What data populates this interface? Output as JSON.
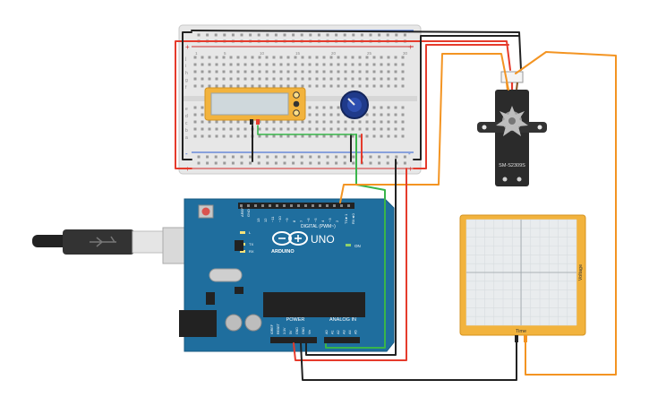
{
  "canvas": {
    "background": "#ffffff"
  },
  "breadboard": {
    "rail_plus": "+",
    "rail_minus": "-",
    "row_letters_top": [
      "j",
      "i",
      "h",
      "g",
      "f"
    ],
    "row_letters_bottom": [
      "e",
      "d",
      "c",
      "b",
      "a"
    ],
    "column_numbers": [
      "1",
      "5",
      "10",
      "15",
      "20",
      "25",
      "30"
    ],
    "body_color": "#e7e7e7",
    "rail_red": "#d02c2c",
    "rail_blue": "#2a5bd0"
  },
  "multimeter": {
    "body_color": "#f2b33d",
    "screen_color": "#cfd8dc"
  },
  "potentiometer": {
    "knob_color": "#1f3a8a"
  },
  "servo": {
    "model_label": "SM-S2309S",
    "body_color": "#2b2b2b",
    "connector_color": "#f4f4f4"
  },
  "oscilloscope": {
    "x_axis_label": "Time",
    "y_axis_label": "Voltage",
    "frame_color": "#f2b33d",
    "grid_color": "#d7dcdf"
  },
  "arduino": {
    "brand": "ARDUINO",
    "model": "UNO",
    "digital_header_label": "DIGITAL (PWM~)",
    "power_header_label": "POWER",
    "analog_header_label": "ANALOG IN",
    "on_label": "ON",
    "aref_label": "AREF",
    "gnd_label": "GND",
    "l_label": "L",
    "tx_label": "TX",
    "rx_label": "RX",
    "tx_pin_label": "TX►1",
    "rx_pin_label": "RX◄0",
    "digital_pins": [
      "13",
      "12",
      "~11",
      "~10",
      "~9",
      "8",
      "7",
      "~6",
      "~5",
      "4",
      "~3",
      "2"
    ],
    "power_pins": [
      "IOREF",
      "RESET",
      "3.3V",
      "5V",
      "GND",
      "GND",
      "Vin"
    ],
    "analog_pins": [
      "A0",
      "A1",
      "A2",
      "A3",
      "A4",
      "A5"
    ],
    "board_color": "#1f6e9e"
  },
  "wire_colors": {
    "red": "#e53b2c",
    "black": "#222222",
    "green": "#39b54a",
    "orange": "#f39422"
  }
}
